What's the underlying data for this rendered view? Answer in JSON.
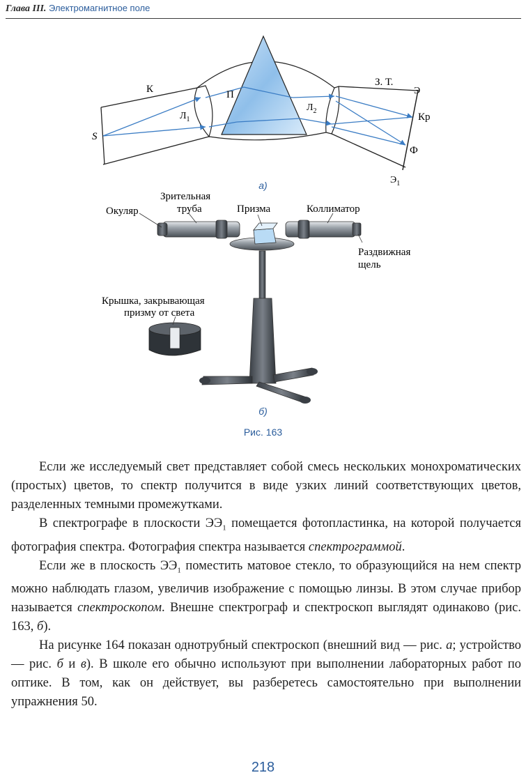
{
  "header": {
    "chapter": "Глава III.",
    "title": "Электромагнитное поле"
  },
  "figure": {
    "diagram_labels": {
      "k": "К",
      "l1": "Л",
      "l1_sub": "1",
      "p": "П",
      "l2": "Л",
      "l2_sub": "2",
      "zt": "З. Т.",
      "e": "Э",
      "kr": "Кр",
      "f": "Ф",
      "e1": "Э",
      "e1_sub": "1",
      "s": "S"
    },
    "sub_a": "а)",
    "instrument_labels": {
      "eyepiece": "Окуляр",
      "telescope_line1": "Зрительная",
      "telescope_line2": "труба",
      "prism": "Призма",
      "collimator": "Коллиматор",
      "slit_line1": "Раздвижная",
      "slit_line2": "щель",
      "cover_line1": "Крышка, закрывающая",
      "cover_line2": "призму от света"
    },
    "sub_b": "б)",
    "caption": "Рис. 163"
  },
  "paragraphs": {
    "p1": "Если же исследуемый свет представляет собой смесь нескольких монохроматических (простых) цветов, то спектр получится в виде узких линий соответствующих цветов, разделенных темными промежутками.",
    "p2_a": "В спектрографе в плоскости ЭЭ",
    "p2_sub": "1",
    "p2_b": " помещается фотопластинка, на которой получается фотография спектра. Фотография спектра называется ",
    "p2_em": "спектрограммой",
    "p2_c": ".",
    "p3_a": "Если же в плоскость ЭЭ",
    "p3_sub": "1",
    "p3_b": " поместить матовое стекло, то образующийся на нем спектр можно наблюдать глазом, увеличив изображение с помощью линзы. В этом случае прибор называется ",
    "p3_em": "спектроскопом",
    "p3_c": ". Внешне спектрограф и спектроскоп выглядят одинаково (рис. 163, ",
    "p3_em2": "б",
    "p3_d": ").",
    "p4_a": "На рисунке 164 показан однотрубный спектроскоп (внешний вид — рис. ",
    "p4_em1": "а",
    "p4_b": "; устройство — рис. ",
    "p4_em2": "б",
    "p4_c": " и ",
    "p4_em3": "в",
    "p4_d": "). В школе его обычно используют при выполнении лабораторных работ по оптике. В том, как он действует, вы разберетесь самостоятельно при выполнении упражнения 50."
  },
  "page_number": "218",
  "colors": {
    "accent": "#2b5d9c",
    "ray": "#3a7cc4",
    "prism_fill": "#9cc7ee"
  }
}
